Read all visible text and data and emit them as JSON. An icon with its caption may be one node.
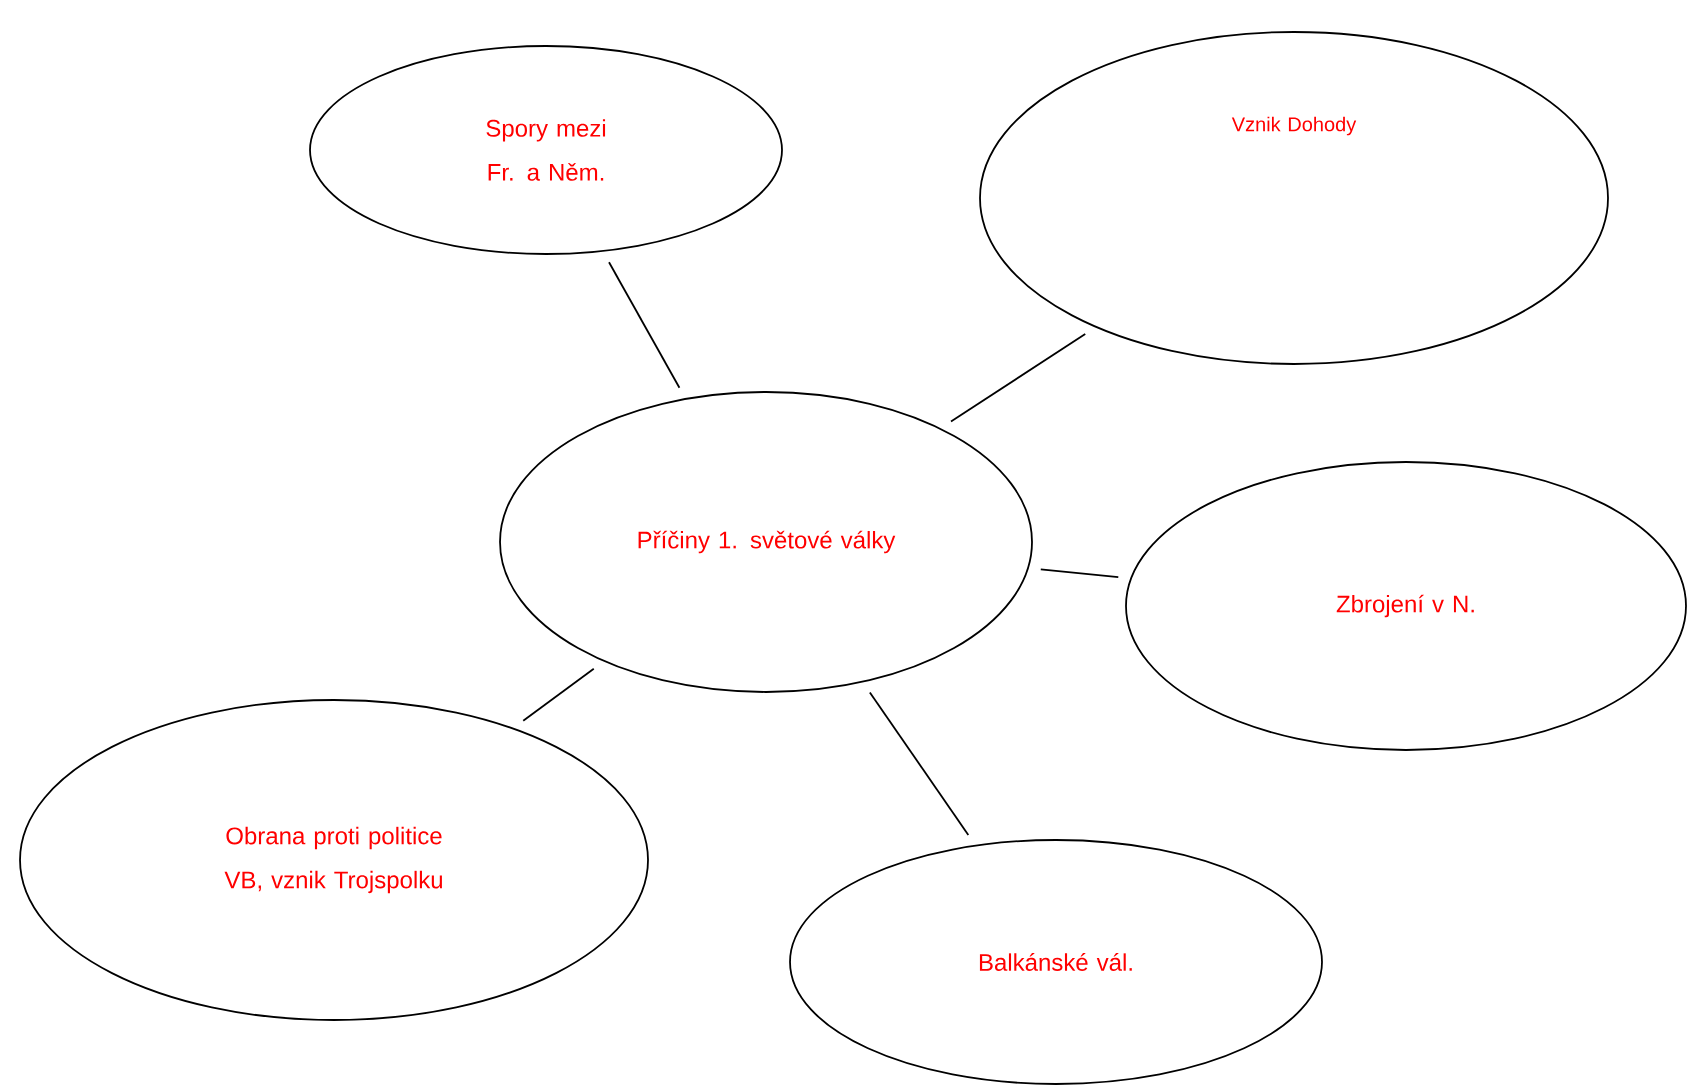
{
  "diagram": {
    "nodes": [
      {
        "text": [
          "Příčiny 1. světové války"
        ]
      },
      {
        "text": [
          "Spory mezi Fr. a Něm."
        ]
      },
      {
        "text": [
          "Vznik Dohody"
        ]
      },
      {
        "text": [
          "Zbrojení v N."
        ]
      },
      {
        "text": [
          "Obrana proti politice VB, vznik Trojspolku"
        ]
      },
      {
        "text": [
          "Balkánské vál."
        ]
      }
    ],
    "edges": [
      {
        "from": 0,
        "to": 1,
        "arrow": "none"
      },
      {
        "from": 0,
        "to": 2,
        "arrow": "none"
      },
      {
        "from": 0,
        "to": 3,
        "arrow": "none"
      },
      {
        "from": 0,
        "to": 4,
        "arrow": "none"
      },
      {
        "from": 0,
        "to": 5,
        "arrow": "none"
      }
    ]
  }
}
